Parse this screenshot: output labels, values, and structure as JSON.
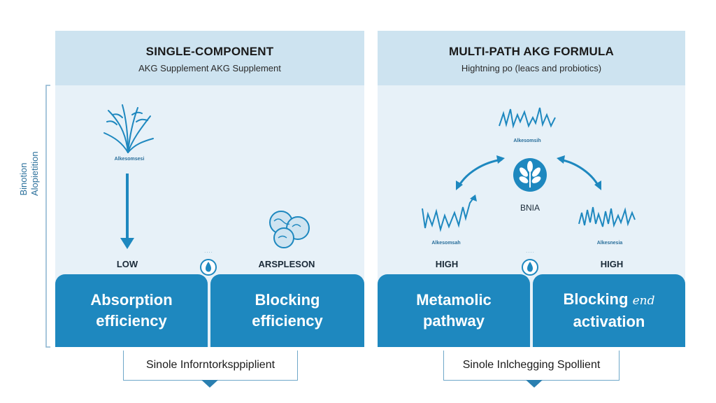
{
  "left_panel": {
    "title": "SINGLE-COMPONENT",
    "subtitle": "AKG Supplement AKG Supplement",
    "plant_caption": "Alkesomsesi",
    "low_label": "LOW",
    "right_label": "ARSPLESON",
    "boxes": [
      {
        "line1": "Absorption",
        "line2": "efficiency"
      },
      {
        "line1": "Blocking",
        "line2": "efficiency"
      }
    ],
    "footer": "Sinole Inforntorksppiplient"
  },
  "right_panel": {
    "title": "MULTI-PATH AKG FORMULA",
    "subtitle": "Hightning po (leacs and probiotics)",
    "top_caption": "Alkesomsih",
    "center_label": "BNIA",
    "left_caption": "Alkesomsah",
    "right_caption": "Alkesnesia",
    "high_left": "HIGH",
    "high_right": "HIGH",
    "boxes": [
      {
        "line1": "Metamolic",
        "line2": "pathway"
      },
      {
        "line1": "Blocking",
        "line2": "activation",
        "script": "end"
      }
    ],
    "footer": "Sinole Inlchegging Spollient"
  },
  "side_label": {
    "line1": "Binotion",
    "line2": "Alopietition"
  },
  "colors": {
    "accent": "#1e88bf",
    "panel": "#e7f1f8",
    "header": "#cde3f0"
  }
}
